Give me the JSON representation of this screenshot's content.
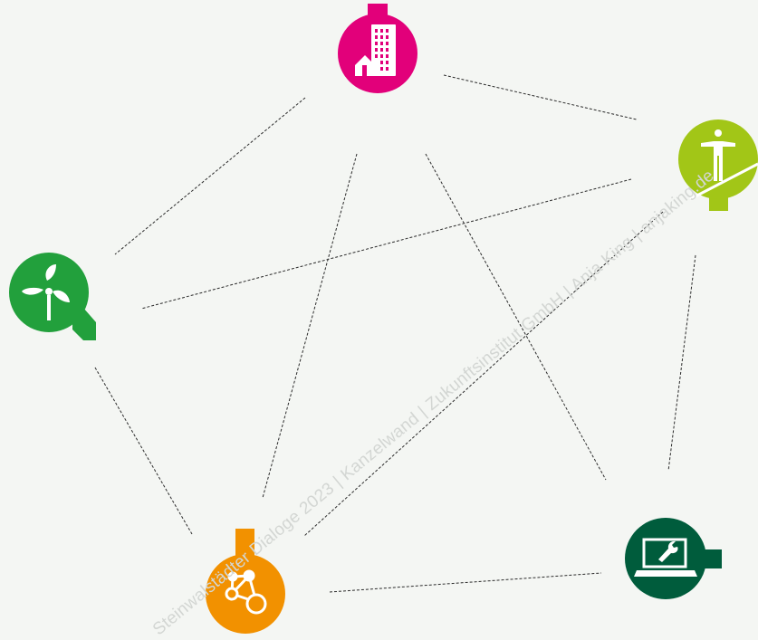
{
  "watermark": "Steinwalstädter Dialoge 2023 | Kanzelwand | Zukunftsinstitut GmbH | Anja King | anjaking.de",
  "nodes": [
    {
      "id": "urban",
      "icon": "city-buildings-icon",
      "color": "#e2007a"
    },
    {
      "id": "balance",
      "icon": "person-balancing-icon",
      "color": "#a2c617"
    },
    {
      "id": "energy",
      "icon": "wind-turbine-icon",
      "color": "#22a03c"
    },
    {
      "id": "network",
      "icon": "network-nodes-icon",
      "color": "#f29100"
    },
    {
      "id": "digital",
      "icon": "laptop-wrench-icon",
      "color": "#005c3c"
    }
  ]
}
